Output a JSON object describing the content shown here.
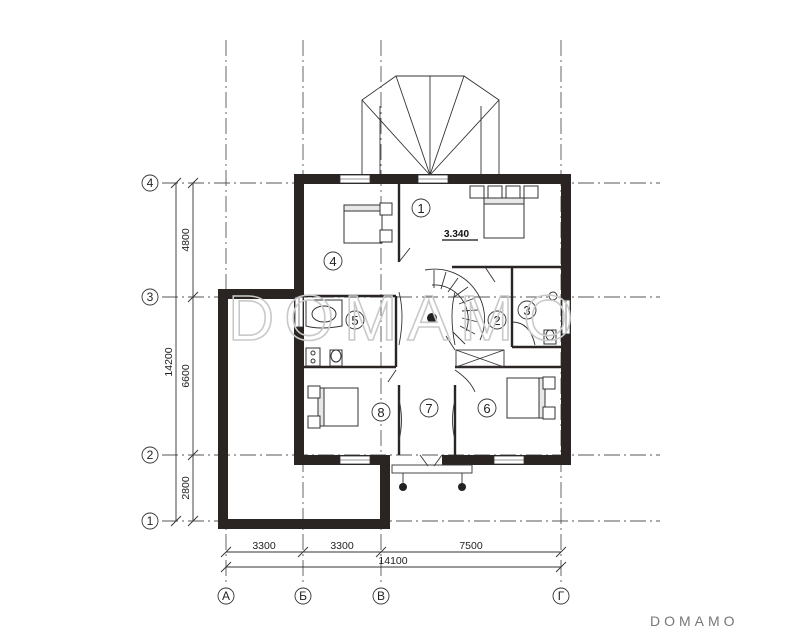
{
  "axes": {
    "vertical": [
      "А",
      "Б",
      "В",
      "Г"
    ],
    "horizontal": [
      "4",
      "3",
      "2",
      "1"
    ]
  },
  "dimensions": {
    "bottom": [
      "3300",
      "3300",
      "7500"
    ],
    "bottom_total": "14100",
    "left": [
      "4800",
      "6600",
      "2800"
    ],
    "left_total": "14200"
  },
  "rooms": [
    "1",
    "2",
    "3",
    "4",
    "5",
    "6",
    "7",
    "8"
  ],
  "level_mark": "3.340",
  "watermark": "DOMAMO",
  "brand": "DOMAMO"
}
